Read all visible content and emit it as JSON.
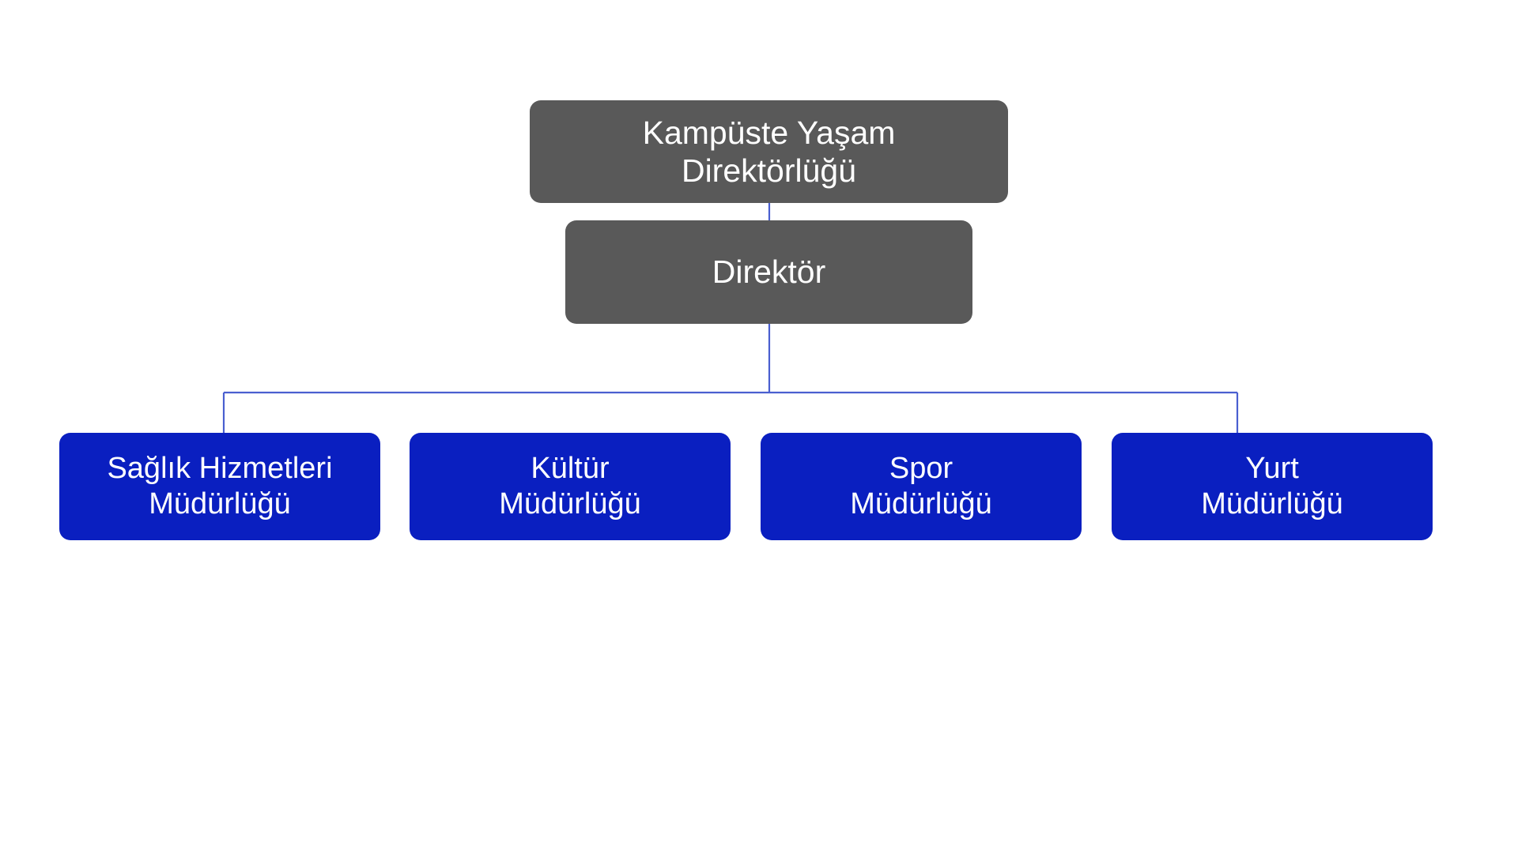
{
  "diagram": {
    "title": "Kampuste Yasam Direktorlugu organization chart",
    "type": "org-chart",
    "background_color": "#ffffff",
    "colors": {
      "grey_node": "#595959",
      "blue_node": "#0a1fc0",
      "connector": "#4a5fd0",
      "node_text": "#ffffff"
    }
  },
  "nodes": {
    "root": {
      "label": "Kampüste Yaşam\nDirektörlüğü",
      "line1": "Kampüste Yaşam",
      "line2": "Direktörlüğü",
      "level": 0,
      "color": "#595959"
    },
    "director": {
      "label": "Direktör",
      "level": 1,
      "color": "#595959"
    },
    "departments": [
      {
        "label": "Sağlık Hizmetleri\nMüdürlüğü",
        "line1": "Sağlık Hizmetleri",
        "line2": "Müdürlüğü",
        "level": 2,
        "color": "#0a1fc0"
      },
      {
        "label": "Kültür\nMüdürlüğü",
        "line1": "Kültür",
        "line2": "Müdürlüğü",
        "level": 2,
        "color": "#0a1fc0"
      },
      {
        "label": "Spor\nMüdürlüğü",
        "line1": "Spor",
        "line2": "Müdürlüğü",
        "level": 2,
        "color": "#0a1fc0"
      },
      {
        "label": "Yurt\nMüdürlüğü",
        "line1": "Yurt",
        "line2": "Müdürlüğü",
        "level": 2,
        "color": "#0a1fc0"
      }
    ]
  },
  "connectors": {
    "root_to_director": {
      "from": "root",
      "to": "director"
    },
    "director_to_bus": {
      "from": "director",
      "to": "department-bus"
    },
    "bus_to_departments": [
      {
        "to": "Sağlık Hizmetleri Müdürlüğü"
      },
      {
        "to": "Kültür Müdürlüğü"
      },
      {
        "to": "Spor Müdürlüğü"
      },
      {
        "to": "Yurt Müdürlüğü"
      }
    ]
  }
}
